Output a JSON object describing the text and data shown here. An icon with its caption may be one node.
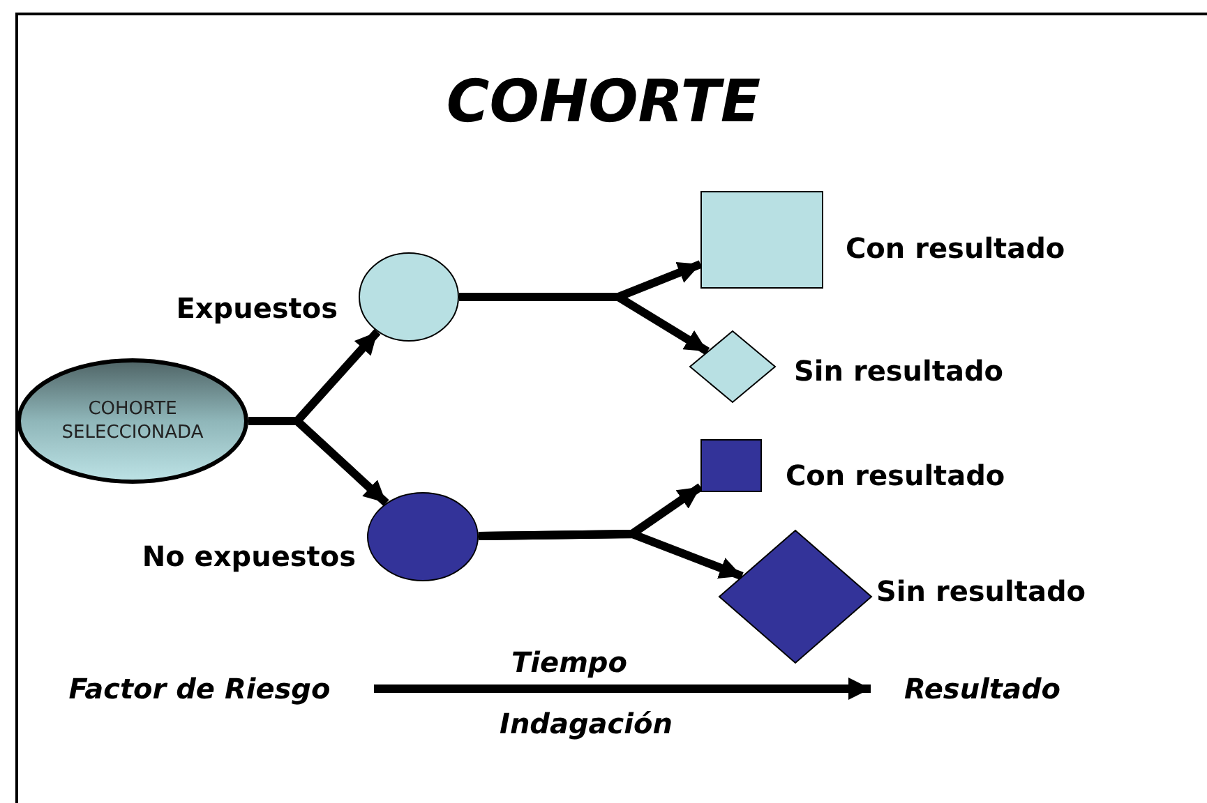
{
  "diagram": {
    "title": "COHORTE",
    "nodes": [
      {
        "text": [
          "COHORTE SELECCIONADA"
        ]
      },
      {
        "text": [],
        "shape": "circle",
        "beside": [
          "Expuestos"
        ]
      },
      {
        "text": [],
        "shape": "circle",
        "beside": [
          "No expuestos"
        ]
      },
      {
        "text": [],
        "shape": "box",
        "beside": [
          "Con resultado"
        ]
      },
      {
        "text": [],
        "shape": "diamond",
        "beside": [
          "Sin resultado"
        ]
      },
      {
        "text": [],
        "shape": "box",
        "beside": [
          "Con resultado"
        ]
      },
      {
        "text": [],
        "shape": "diamond",
        "beside": [
          "Sin resultado"
        ]
      },
      {
        "text": [
          "Factor de Riesgo"
        ]
      },
      {
        "text": [
          "Resultado"
        ]
      }
    ],
    "edges": [
      {
        "from": 0,
        "to": 1,
        "arrow": "to"
      },
      {
        "from": 0,
        "to": 2,
        "arrow": "to"
      },
      {
        "from": 1,
        "to": 3,
        "arrow": "to"
      },
      {
        "from": 1,
        "to": 4,
        "arrow": "to"
      },
      {
        "from": 2,
        "to": 5,
        "arrow": "to"
      },
      {
        "from": 2,
        "to": 6,
        "arrow": "to"
      },
      {
        "from": 7,
        "to": 8,
        "arrow": "to",
        "label": "Tiempo"
      }
    ],
    "labels": [
      "Indagación"
    ]
  }
}
